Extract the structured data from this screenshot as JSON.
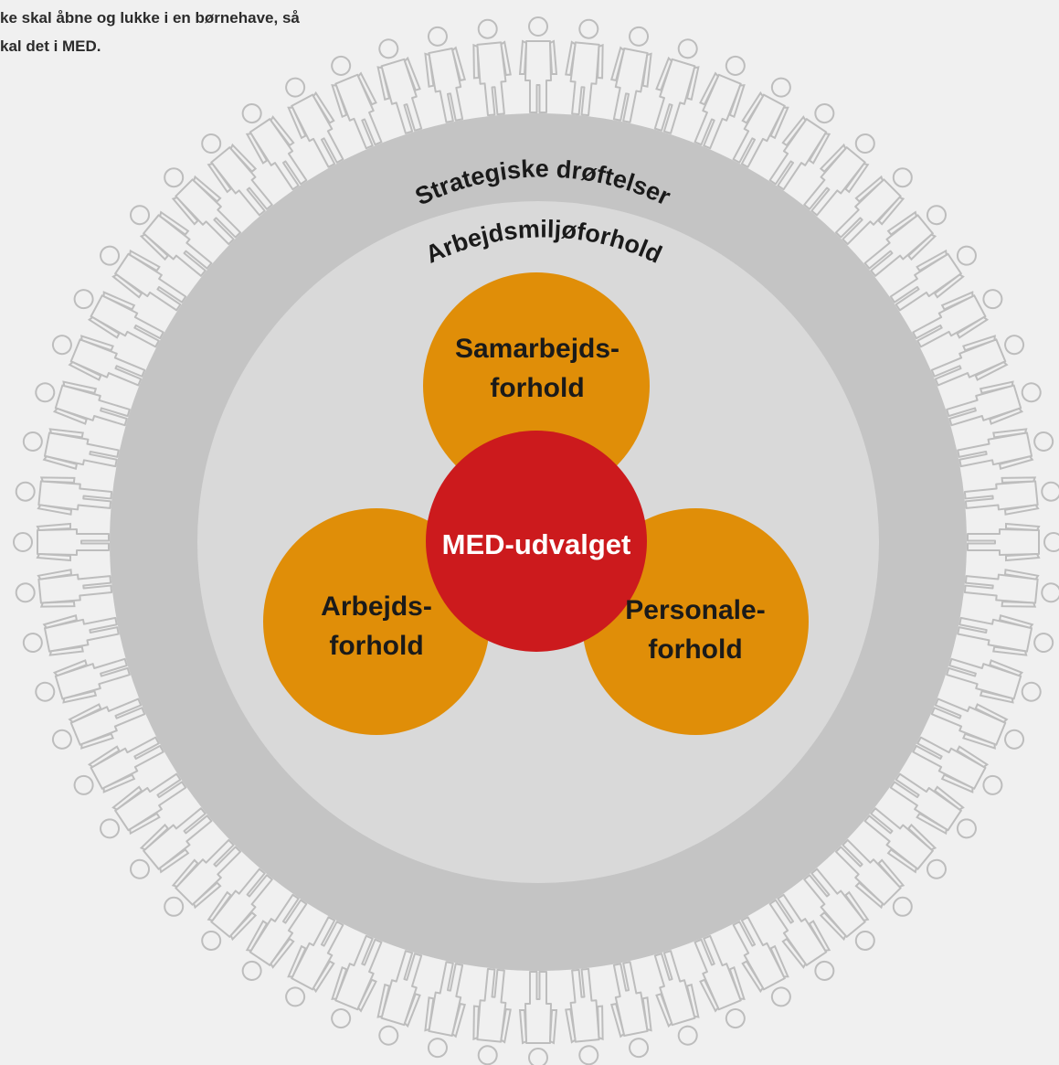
{
  "intro_text": {
    "line1": "ke skal åbne og lukke i en børnehave, så",
    "line2": "kal det i MED."
  },
  "rings": {
    "outer_label": "Strategiske drøftelser",
    "inner_label": "Arbejdsmiljøforhold"
  },
  "circles": {
    "top": {
      "line1": "Samarbejds-",
      "line2": "forhold"
    },
    "left": {
      "line1": "Arbejds-",
      "line2": "forhold"
    },
    "right": {
      "line1": "Personale-",
      "line2": "forhold"
    },
    "center": {
      "label": "MED-udvalget"
    }
  },
  "colors": {
    "background": "#f0f0f0",
    "people_outline": "#bdbdbd",
    "outer_ring": "#c4c4c4",
    "inner_disc": "#d9d9d9",
    "orange": "#e08e08",
    "red": "#cc1a1d",
    "text_dark": "#1a1a1a",
    "text_light": "#ffffff"
  }
}
